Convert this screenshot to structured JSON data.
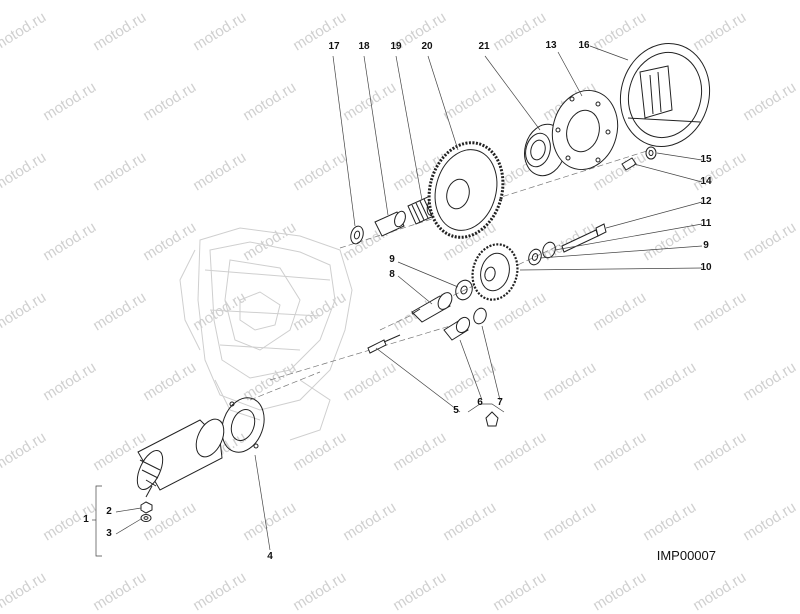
{
  "watermark_text": "motod.ru",
  "drawing_code": "IMP00007",
  "callouts": {
    "n1": "1",
    "n2": "2",
    "n3": "3",
    "n4": "4",
    "n5": "5",
    "n6": "6",
    "n7": "7",
    "n8": "8",
    "n9a": "9",
    "n9b": "9",
    "n10": "10",
    "n11": "11",
    "n12": "12",
    "n13": "13",
    "n14": "14",
    "n15": "15",
    "n16": "16",
    "n17": "17",
    "n18": "18",
    "n19": "19",
    "n20": "20",
    "n21": "21"
  }
}
